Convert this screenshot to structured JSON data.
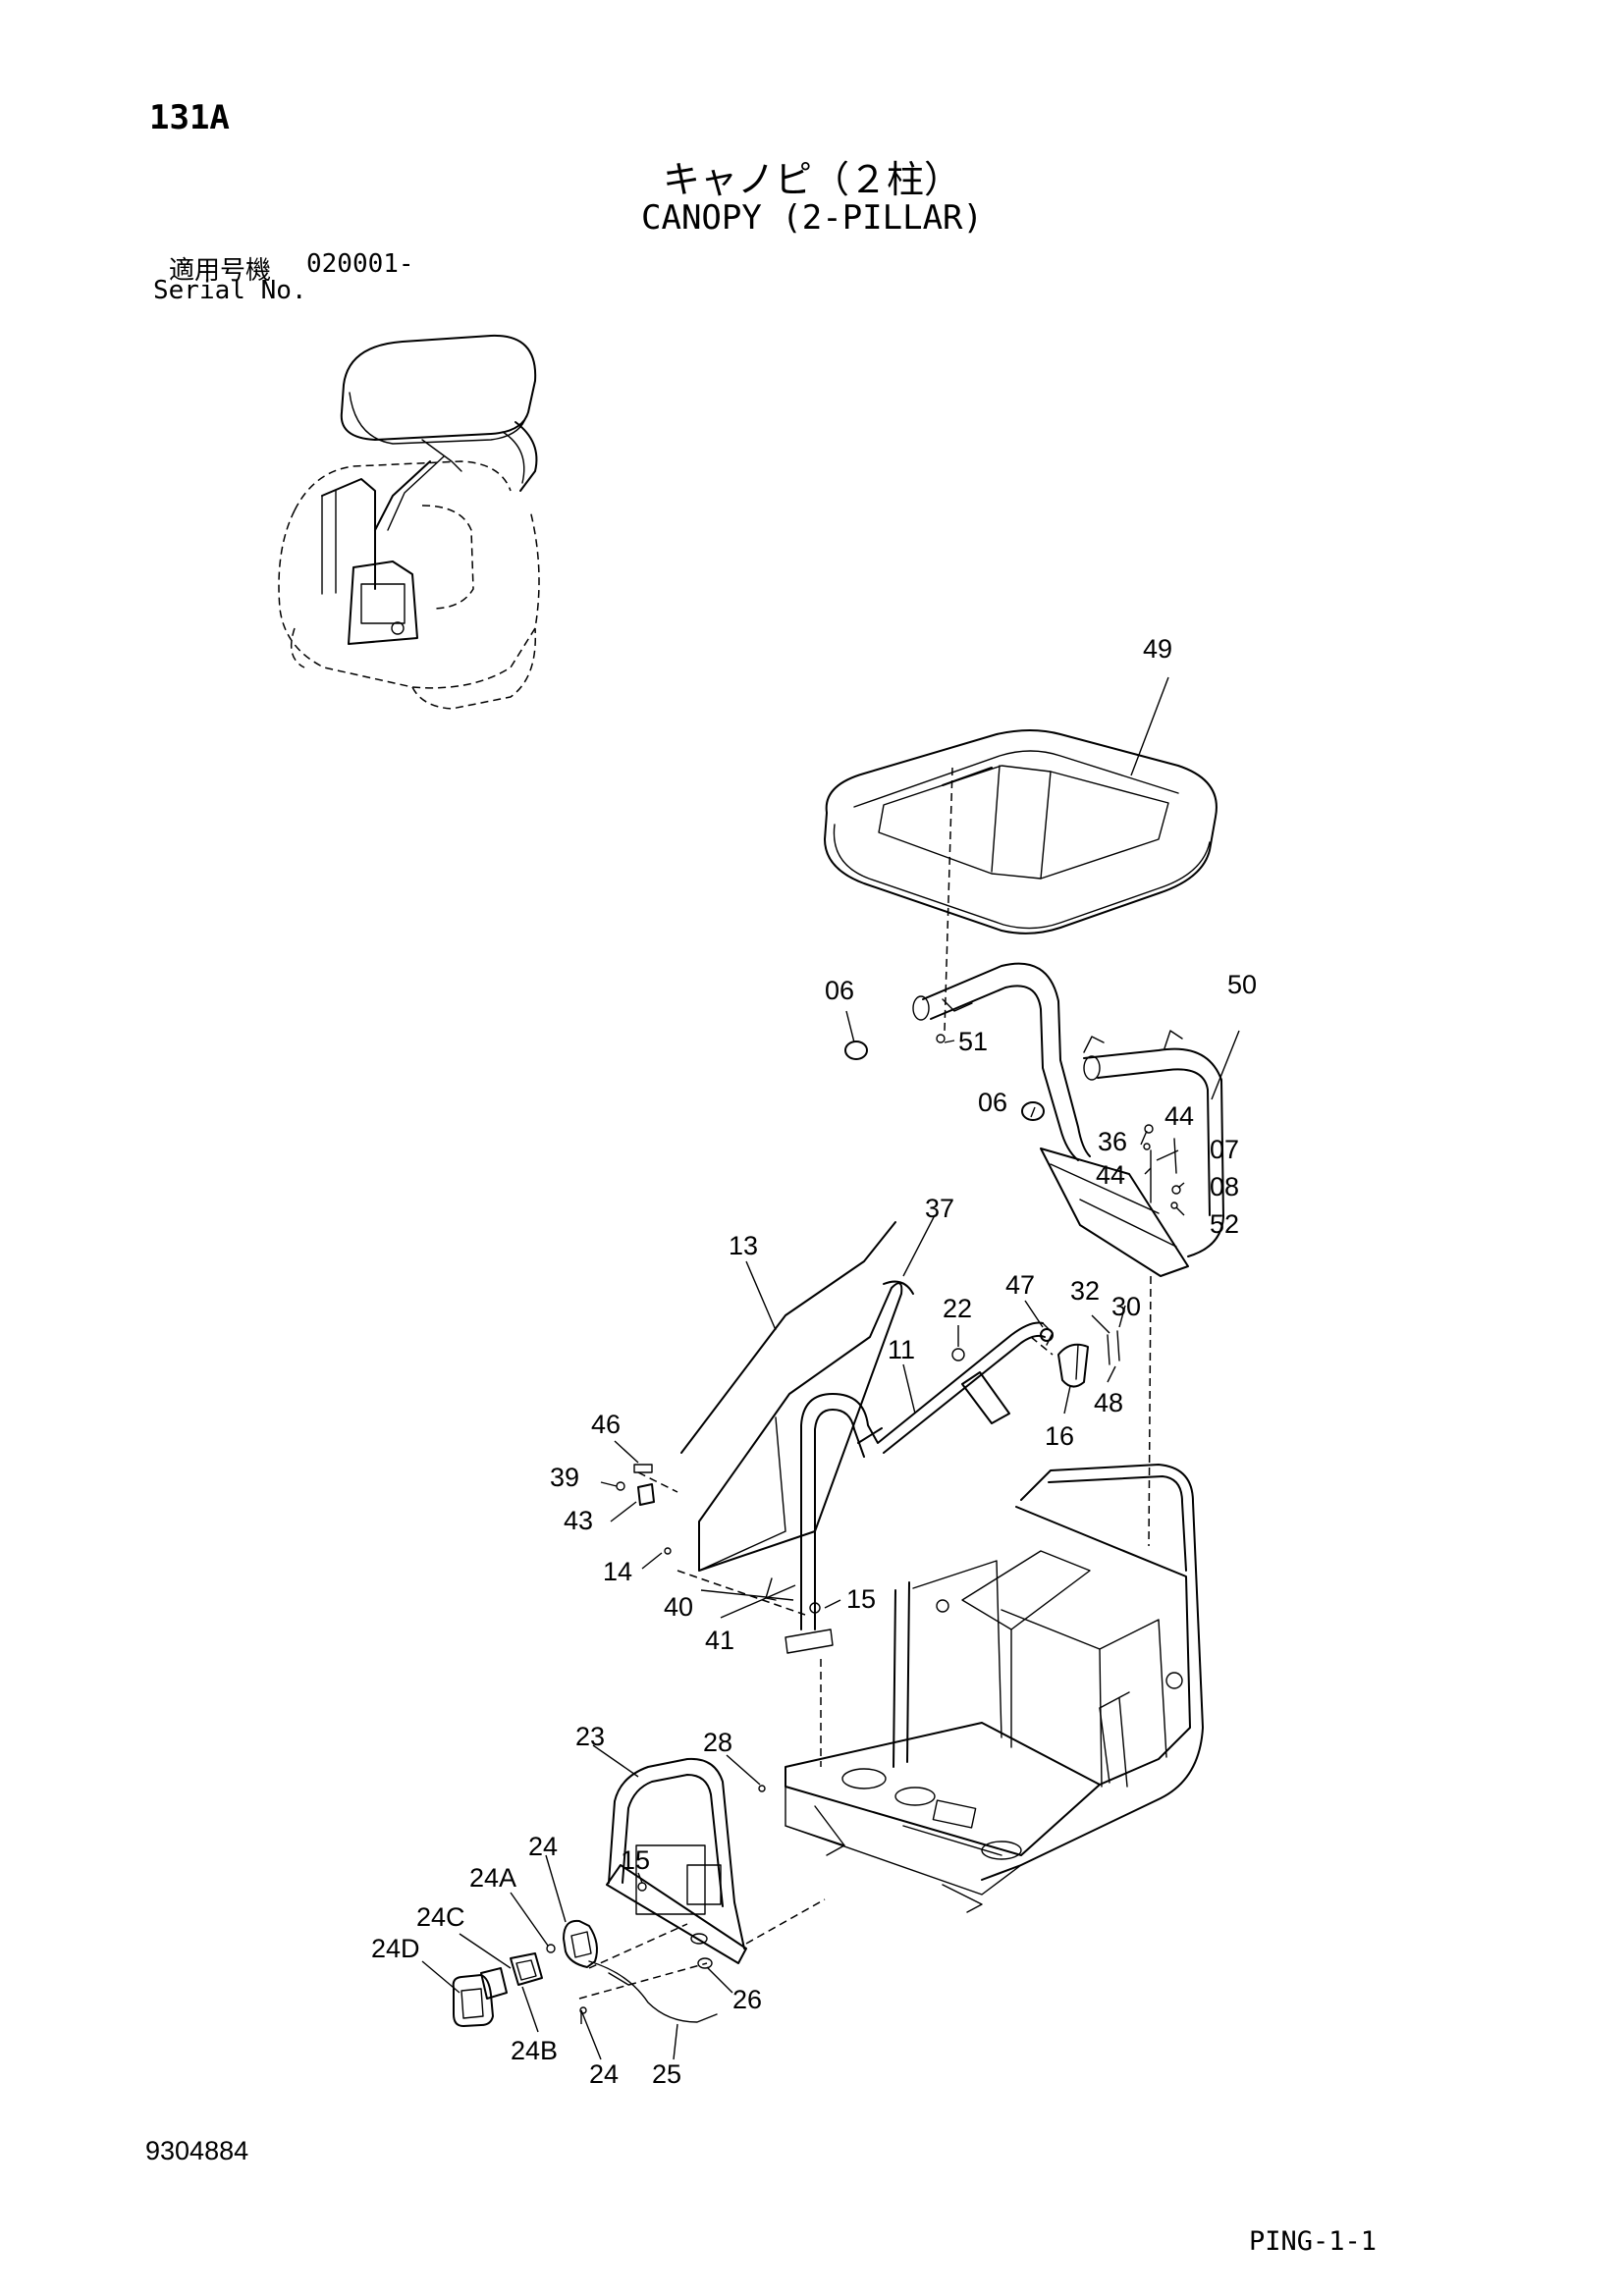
{
  "header": {
    "page_id": "131A",
    "title_jp": "キャノピ（２柱）",
    "title_en": "CANOPY (2-PILLAR)",
    "serial_label_jp": "適用号機",
    "serial_value": "020001-",
    "serial_label_en": "Serial No."
  },
  "footer": {
    "doc_number": "9304884",
    "sheet_id": "PING-1-1"
  },
  "part_labels": [
    "49",
    "06",
    "51",
    "50",
    "06",
    "44",
    "36",
    "07",
    "44",
    "08",
    "52",
    "13",
    "37",
    "22",
    "47",
    "32",
    "30",
    "11",
    "48",
    "16",
    "46",
    "39",
    "43",
    "14",
    "40",
    "15",
    "41",
    "23",
    "28",
    "15",
    "24",
    "24A",
    "24C",
    "24D",
    "26",
    "24B",
    "24",
    "25"
  ]
}
